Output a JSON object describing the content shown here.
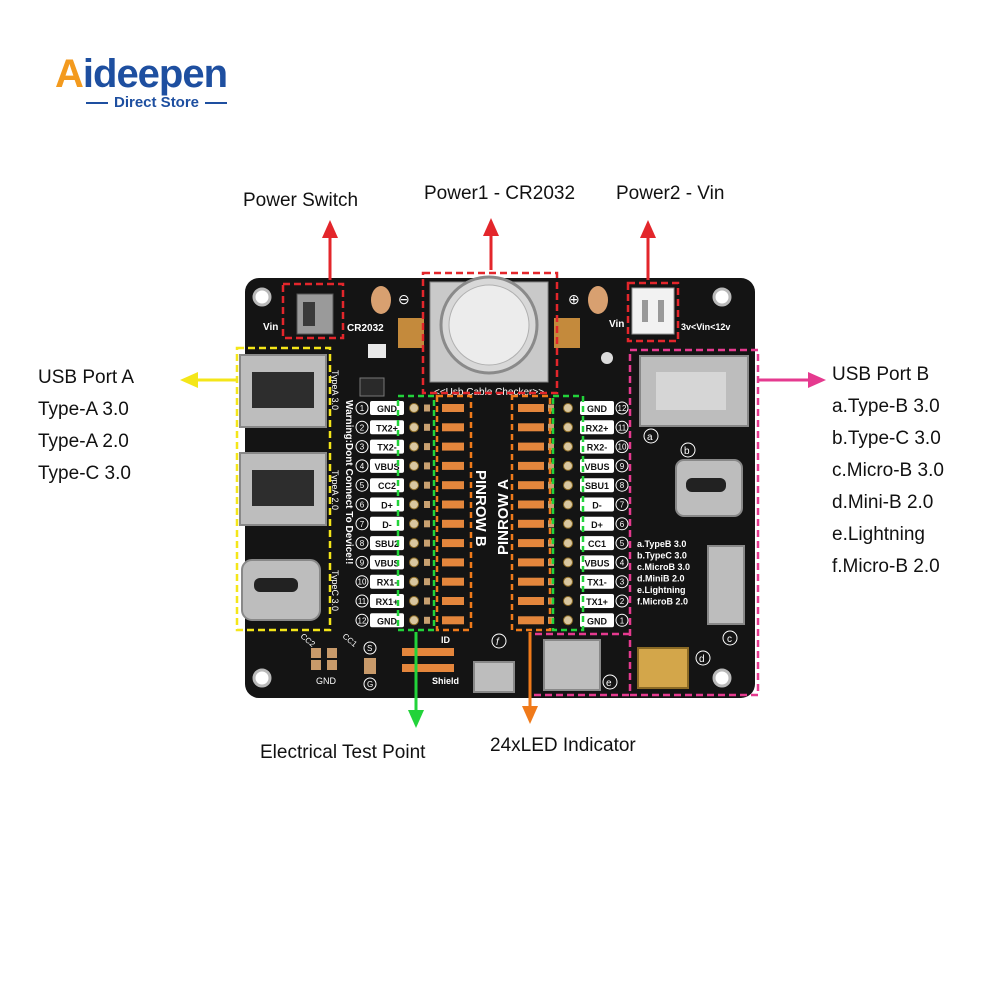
{
  "brand": {
    "name_prefix": "A",
    "name_rest": "ideepen",
    "subtitle": "Direct Store",
    "colors": {
      "orange": "#f39a1e",
      "blue": "#1e4fa0"
    }
  },
  "callouts": {
    "power_switch": "Power Switch",
    "power1": "Power1 - CR2032",
    "power2": "Power2 - Vin",
    "usb_port_a": {
      "title": "USB Port A",
      "items": [
        "Type-A 3.0",
        "Type-A 2.0",
        "Type-C 3.0"
      ]
    },
    "usb_port_b": {
      "title": "USB Port B",
      "items": [
        "a.Type-B 3.0",
        "b.Type-C 3.0",
        "c.Micro-B 3.0",
        "d.Mini-B 2.0",
        "e.Lightning",
        "f.Micro-B 2.0"
      ]
    },
    "electrical_test_point": "Electrical Test Point",
    "led_indicator": "24xLED Indicator"
  },
  "board": {
    "vin_left": "Vin",
    "vin_right": "Vin",
    "cr2032": "CR2032",
    "minus": "⊖",
    "plus": "⊕",
    "vin_range": "3v<Vin<12v",
    "checker_title": "<<Usb Cable Checker>>",
    "warning": "Warning:Dont Connect To Device!!",
    "side_labels_a": [
      "TypeA 3.0",
      "TypeA 2.0",
      "TypeC 3.0"
    ],
    "pinrow_b": "PINROW B",
    "pinrow_a": "PINROW A",
    "pins_left": [
      {
        "n": "1",
        "label": "GND"
      },
      {
        "n": "2",
        "label": "TX2+"
      },
      {
        "n": "3",
        "label": "TX2-"
      },
      {
        "n": "4",
        "label": "VBUS"
      },
      {
        "n": "5",
        "label": "CC2"
      },
      {
        "n": "6",
        "label": "D+"
      },
      {
        "n": "7",
        "label": "D-"
      },
      {
        "n": "8",
        "label": "SBU2"
      },
      {
        "n": "9",
        "label": "VBUS"
      },
      {
        "n": "10",
        "label": "RX1-"
      },
      {
        "n": "11",
        "label": "RX1+"
      },
      {
        "n": "12",
        "label": "GND"
      }
    ],
    "pins_right": [
      {
        "n": "12",
        "label": "GND"
      },
      {
        "n": "11",
        "label": "RX2+"
      },
      {
        "n": "10",
        "label": "RX2-"
      },
      {
        "n": "9",
        "label": "VBUS"
      },
      {
        "n": "8",
        "label": "SBU1"
      },
      {
        "n": "7",
        "label": "D-"
      },
      {
        "n": "6",
        "label": "D+"
      },
      {
        "n": "5",
        "label": "CC1"
      },
      {
        "n": "4",
        "label": "VBUS"
      },
      {
        "n": "3",
        "label": "TX1-"
      },
      {
        "n": "2",
        "label": "TX1+"
      },
      {
        "n": "1",
        "label": "GND"
      }
    ],
    "port_b_legend": [
      "a.TypeB 3.0",
      "b.TypeC 3.0",
      "c.MicroB 3.0",
      "d.MiniB 2.0",
      "e.Lightning",
      "f.MicroB 2.0"
    ],
    "port_letters": {
      "a": "a",
      "b": "b",
      "c": "c",
      "d": "d",
      "e": "e",
      "f": "f"
    },
    "cc2": "CC2",
    "cc1": "CC1",
    "gnd": "GND",
    "id": "ID",
    "shield": "Shield",
    "s_mark": "S",
    "g_mark": "G"
  },
  "colors": {
    "board": "#141414",
    "red": "#e3262b",
    "yellow": "#f4e619",
    "magenta": "#e53a8f",
    "green": "#22d33a",
    "orange": "#f07a1a"
  }
}
